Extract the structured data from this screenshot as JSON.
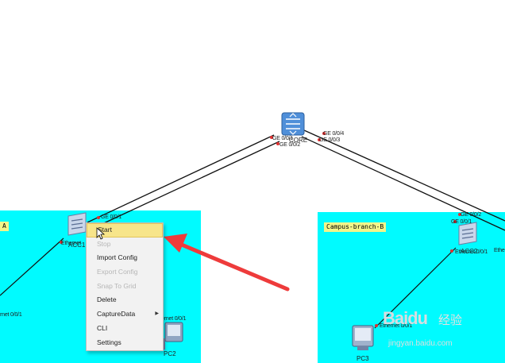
{
  "zones": {
    "a_label": "A",
    "b_label": "Campus-branch-B"
  },
  "devices": {
    "core_label": "CORE",
    "acc1_label": "ACC1",
    "acc2_label": "ACC2",
    "pc2_label": "PC2",
    "pc3_label": "PC3"
  },
  "ports": {
    "core_ge001": "GE 0/0/1",
    "core_ge002": "GE 0/0/2",
    "core_ge004": "GE 0/0/4",
    "core_ge003": "GE 0/0/3",
    "acc1_ge001": "GE 0/0/1",
    "acc1_eth": "Ethernet",
    "acc2_ge002": "GE 0/0/2",
    "acc2_ge001": "GE 0/0/1",
    "acc2_eth": "Ethernet 0/0/1",
    "acc2_eth_right": "Ether",
    "pc2_eth": "ernet 0/0/1",
    "left_eth": "rnet 0/0/1",
    "pc3_eth": "Ethernet 0/0/1"
  },
  "context_menu": {
    "items": [
      {
        "label": "Start",
        "enabled": true,
        "highlighted": true
      },
      {
        "label": "Stop",
        "enabled": false
      },
      {
        "label": "Import Config",
        "enabled": true
      },
      {
        "label": "Export Config",
        "enabled": false
      },
      {
        "label": "Snap To Grid",
        "enabled": false
      },
      {
        "label": "Delete",
        "enabled": true
      },
      {
        "label": "CaptureData",
        "enabled": true,
        "submenu": true
      },
      {
        "label": "CLI",
        "enabled": true
      },
      {
        "label": "Settings",
        "enabled": true
      }
    ]
  },
  "watermark": {
    "brand": "Baidu",
    "cn": "经验",
    "url": "jingyan.baidu.com"
  },
  "colors": {
    "zone_fill": "#00fbff",
    "zone_label_bg": "#f2f58a",
    "arrow": "#ee3b3b",
    "menu_highlight": "#f7e58a",
    "port_dot": "#e03030"
  }
}
